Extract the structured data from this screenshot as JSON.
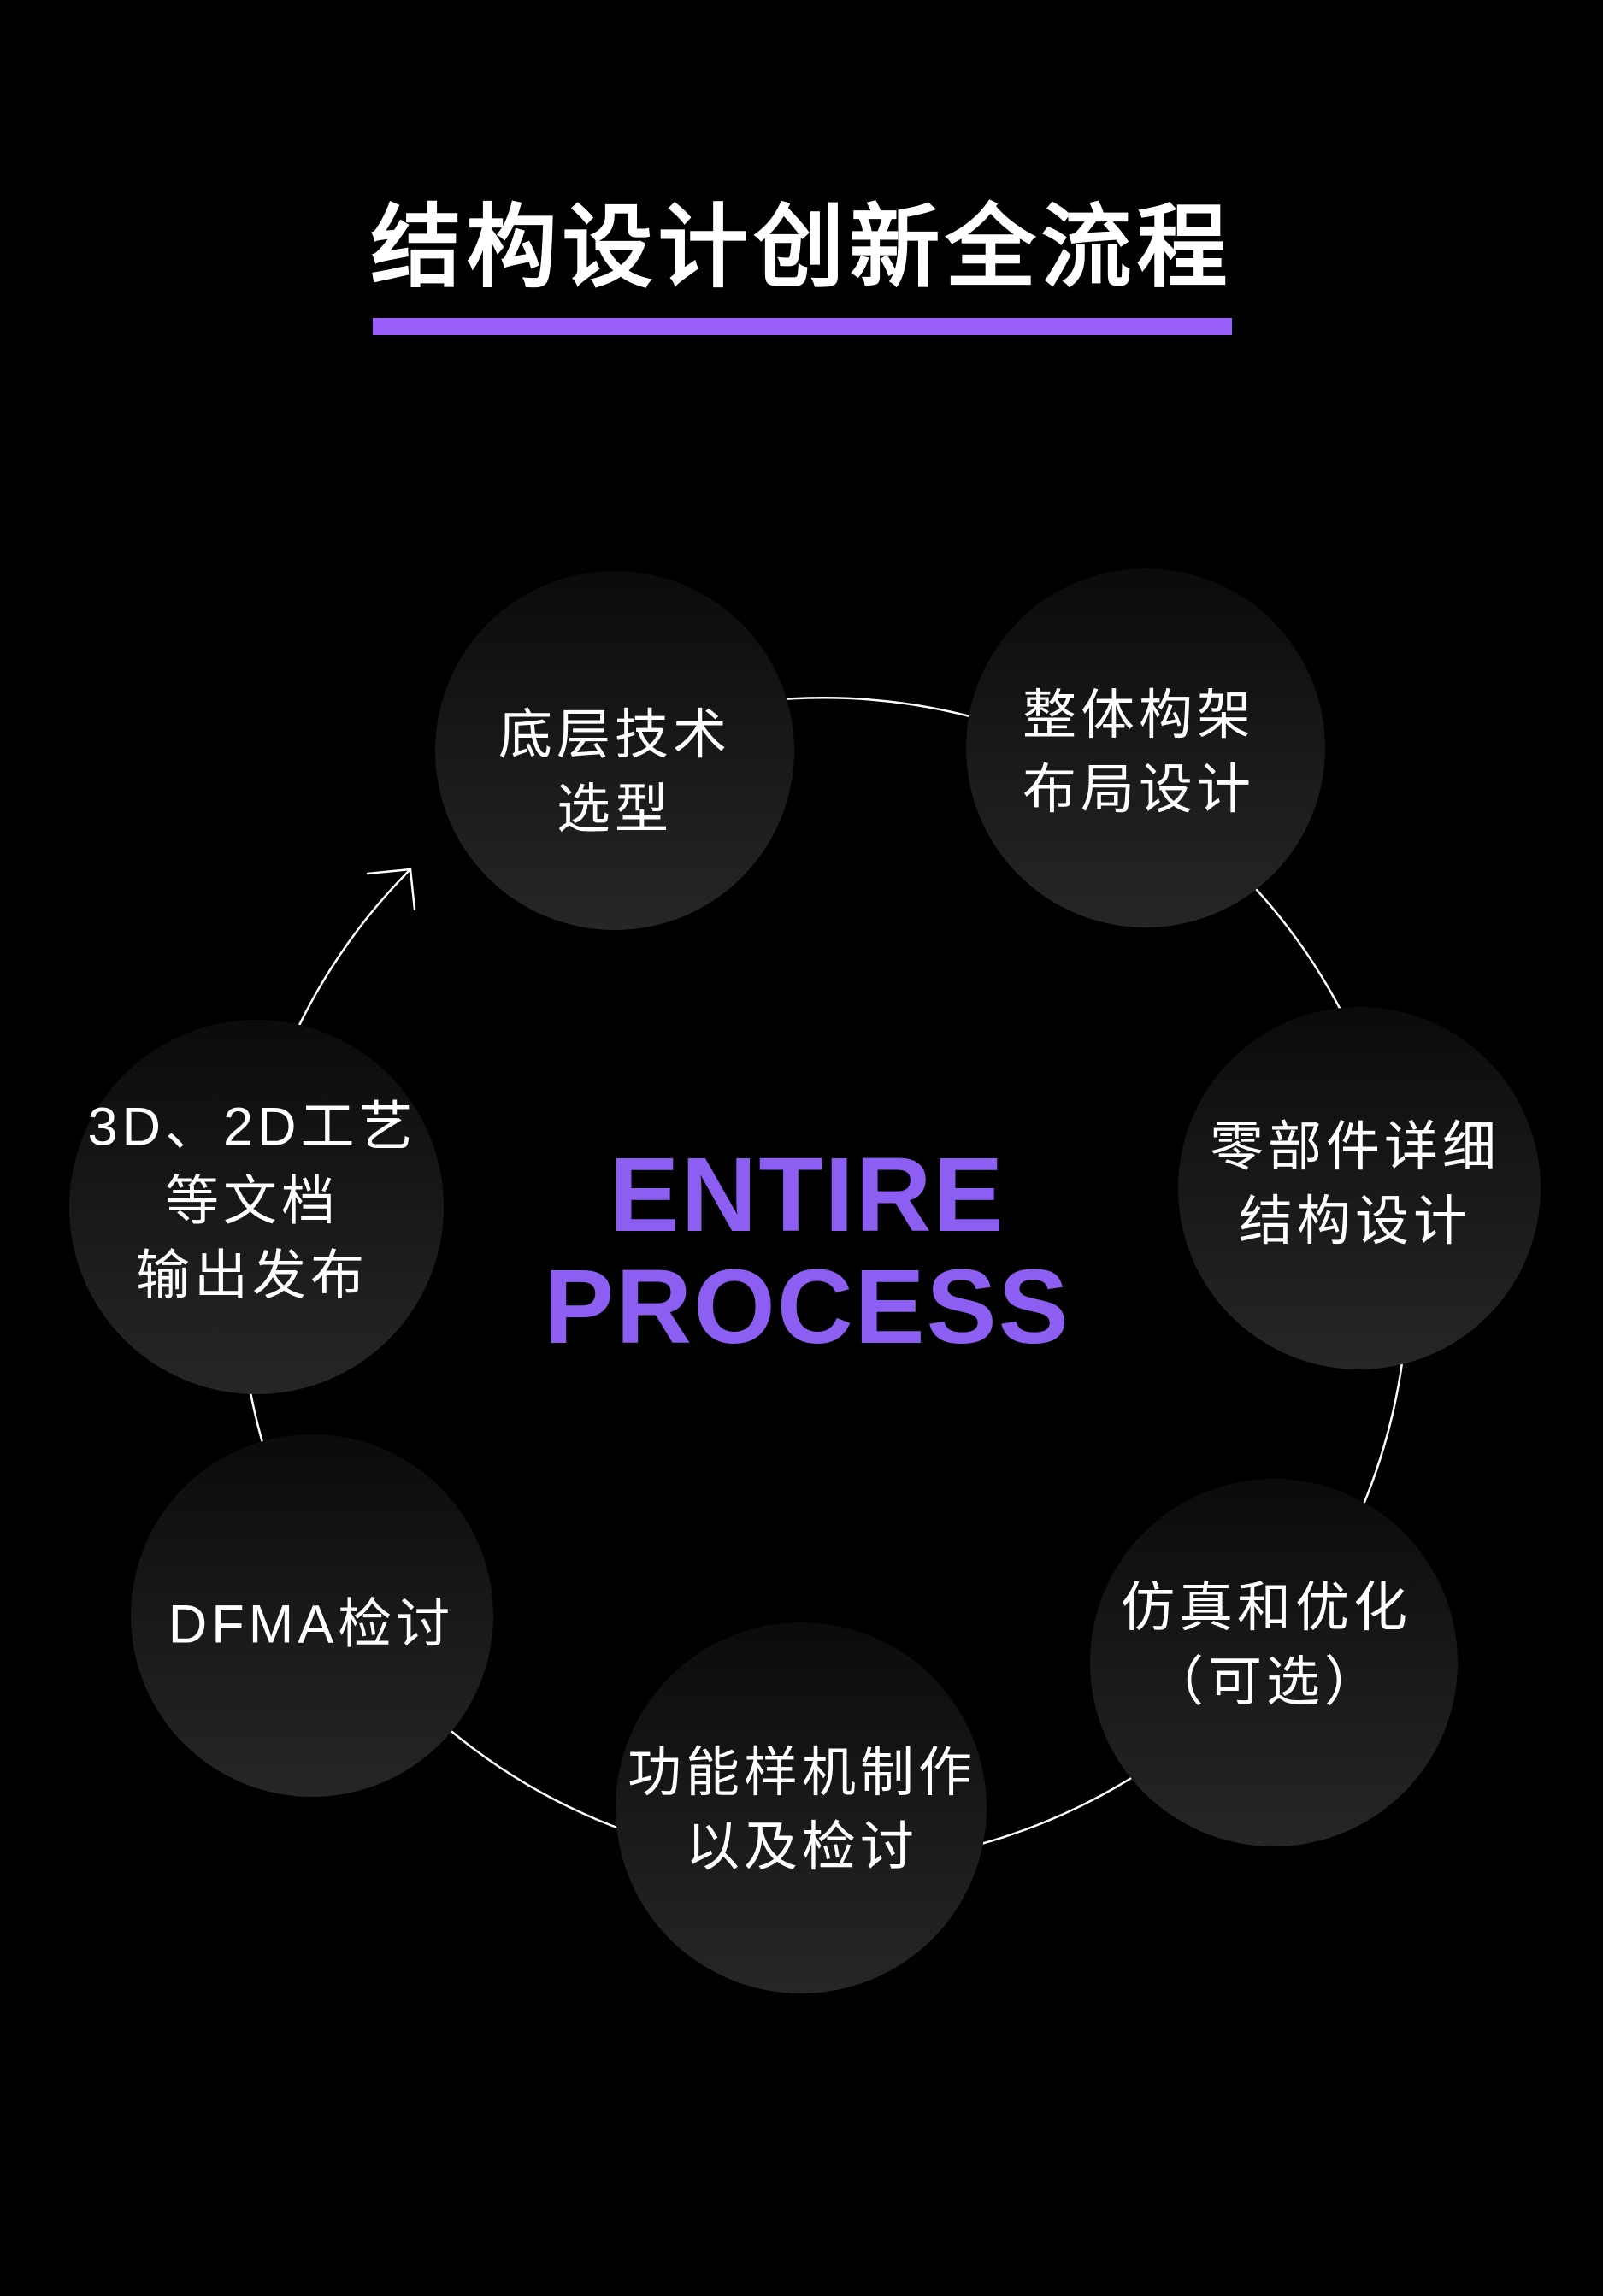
{
  "page": {
    "background": "#000000"
  },
  "header": {
    "title": "结构设计创新全流程",
    "underline_color": "#9A5FFB"
  },
  "center": {
    "line1": "ENTIRE",
    "line2": "PROCESS",
    "color": "#8D5EF2"
  },
  "ring": {
    "stroke_color": "#FFFFFF",
    "arrow_icon": "curved-arrow-counterclockwise-to-top-left",
    "direction": "clockwise"
  },
  "colors": {
    "background": "#000000",
    "accent_bar": "#9A5FFB",
    "accent_center_text": "#8D5EF2",
    "circle_gradient_top": "#0B0B0B",
    "circle_gradient_bottom": "#262626",
    "node_text": "#FFFFFF",
    "connector": "#FFFFFF"
  },
  "circles": [
    {
      "name": "tech-selection",
      "lines": [
        "底层技术",
        "选型"
      ]
    },
    {
      "name": "overall-layout",
      "lines": [
        "整体构架",
        "布局设计"
      ]
    },
    {
      "name": "detailed-structure",
      "lines": [
        "零部件详细",
        "结构设计"
      ]
    },
    {
      "name": "simulation-optional",
      "lines": [
        "仿真和优化",
        "（可选）"
      ]
    },
    {
      "name": "prototype-review",
      "lines": [
        "功能样机制作",
        "以及检讨"
      ]
    },
    {
      "name": "dfma-review",
      "lines": [
        "DFMA检讨"
      ]
    },
    {
      "name": "docs-output",
      "lines": [
        "3D、2D工艺",
        "等文档",
        "输出发布"
      ]
    }
  ]
}
